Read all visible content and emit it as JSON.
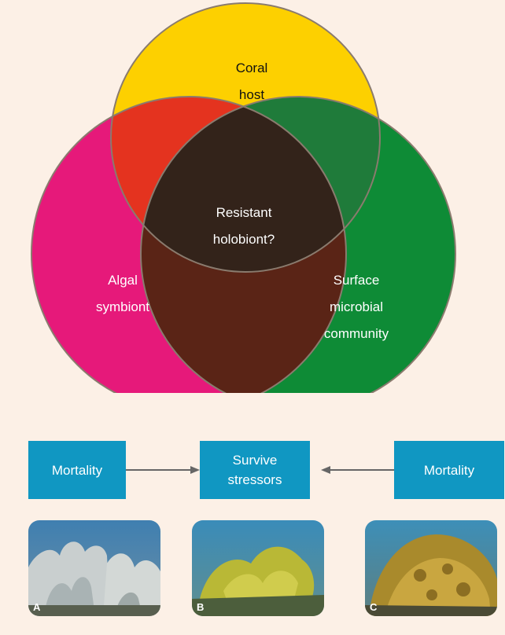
{
  "venn": {
    "coral_host": [
      "Coral",
      "host"
    ],
    "algal_symbiont": [
      "Algal",
      "symbiont"
    ],
    "surface_community": [
      "Surface",
      "microbial",
      "community"
    ],
    "center": [
      "Resistant",
      "holobiont?"
    ],
    "colors": {
      "coral": "#fdd000",
      "algal": "#e6197a",
      "microbial": "#0e8b36",
      "coral_algal": "#e4331f",
      "coral_microbial": "#1f7b3a",
      "algal_microbial": "#5a2416",
      "center": "#33231a",
      "outline": "#8a7b6e"
    }
  },
  "flow": {
    "left_label": "Mortality",
    "middle_label": [
      "Survive",
      "stressors"
    ],
    "right_label": "Mortality",
    "box_color": "#1097c2",
    "arrow_color": "#666666"
  },
  "photos": [
    {
      "label": "A",
      "description": "bleached coral"
    },
    {
      "label": "B",
      "description": "healthy coral"
    },
    {
      "label": "C",
      "description": "healthy coral"
    }
  ]
}
